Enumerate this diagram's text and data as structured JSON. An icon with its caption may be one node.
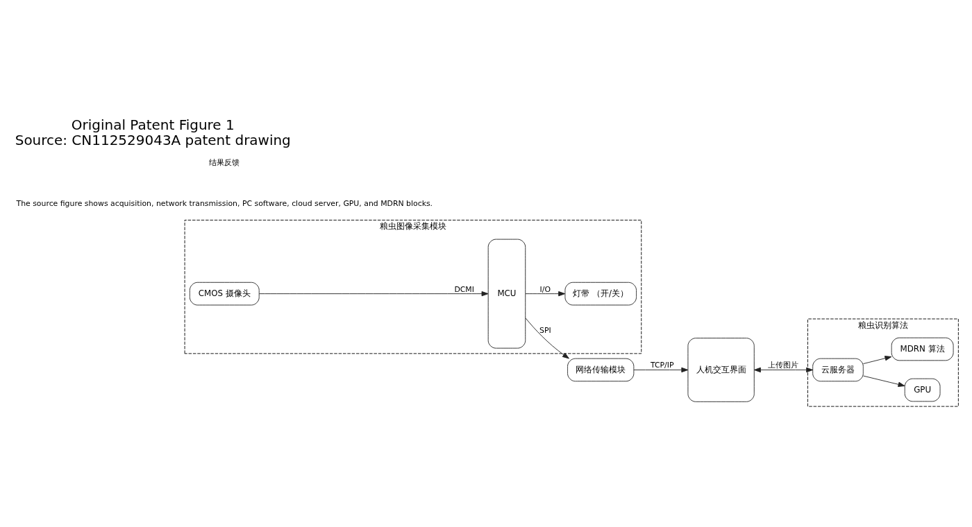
{
  "diagram": {
    "title": "Original Patent Figure 1",
    "caption": "Source: CN112529043A patent drawing",
    "nodes": [
      {
        "text": [
          "粮虫图像采集模块"
        ]
      },
      {
        "text": [
          "CMOS 摄像头"
        ],
        "in": 0
      },
      {
        "text": [
          "灯带 （开/关）"
        ],
        "in": 0
      },
      {
        "text": [
          "MCU"
        ],
        "in": 0
      },
      {
        "text": [
          "网络传输模块"
        ]
      },
      {
        "text": [
          "人机交互界面"
        ]
      },
      {
        "text": [
          "粮虫识别算法"
        ]
      },
      {
        "text": [
          "云服务器"
        ],
        "in": 6
      },
      {
        "text": [
          "GPU"
        ],
        "in": 6
      },
      {
        "text": [
          "MDRN 算法"
        ],
        "in": 6
      }
    ],
    "edges": [
      {
        "from": 1,
        "to": 3,
        "arrow": "to",
        "label": "DCMI"
      },
      {
        "from": 3,
        "to": 2,
        "arrow": "to",
        "label": "I/O"
      },
      {
        "from": 3,
        "to": 4,
        "arrow": "to",
        "label": "SPI"
      },
      {
        "from": 4,
        "to": 5,
        "arrow": "to",
        "label": "TCP/IP"
      },
      {
        "from": 5,
        "to": 7,
        "arrow": "both",
        "label": "上传图片"
      },
      {
        "from": 7,
        "to": 8,
        "arrow": "to"
      },
      {
        "from": 7,
        "to": 9,
        "arrow": "to"
      }
    ],
    "labels": [
      "The source figure shows acquisition, network transmission, PC software, cloud server, GPU, and MDRN blocks.",
      "结果反馈"
    ]
  }
}
